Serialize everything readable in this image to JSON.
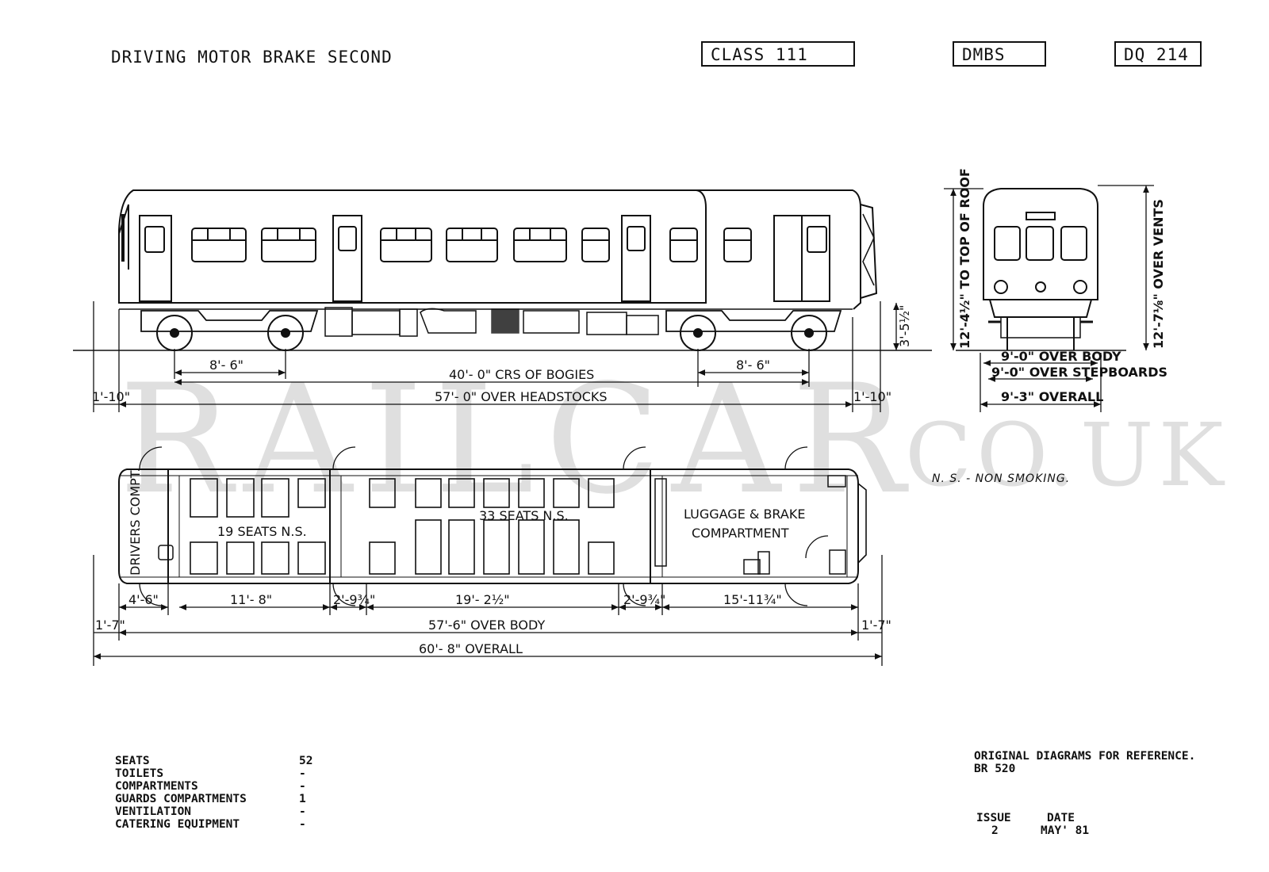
{
  "header": {
    "title": "DRIVING MOTOR BRAKE SECOND",
    "class_box": "CLASS 111",
    "type_box": "DMBS",
    "diagram_box": "DQ 214"
  },
  "side_view": {
    "bogie_wheelbase_left": "8'- 6\"",
    "bogie_wheelbase_right": "8'- 6\"",
    "bogie_centres": "40'- 0\" CRS OF BOGIES",
    "over_headstocks": "57'- 0\" OVER HEADSTOCKS",
    "overhang_left": "1'-10\"",
    "overhang_right": "1'-10\"",
    "floor_height": "3'-5½\""
  },
  "end_view": {
    "top_of_roof": "12'-4½\" TO TOP OF ROOF",
    "over_vents": "12'-7⅛\" OVER VENTS",
    "over_body": "9'-0\" OVER BODY",
    "over_stepboards": "9'-0\" OVER STEPBOARDS",
    "overall_width": "9'-3\" OVERALL"
  },
  "plan_view": {
    "drivers_compt": "DRIVERS COMPT.",
    "saloon_1": "19 SEATS  N.S.",
    "saloon_2": "33 SEATS  N.S.",
    "luggage_line1": "LUGGAGE & BRAKE",
    "luggage_line2": "COMPARTMENT",
    "legend": "N. S. - NON  SMOKING.",
    "dim_cab": "4'-6\"",
    "dim_saloon1": "11'- 8\"",
    "dim_vest1": "2'-9¾\"",
    "dim_saloon2": "19'- 2½\"",
    "dim_vest2": "2'-9¾\"",
    "dim_luggage": "15'-11¾\"",
    "overhang_left": "1'-7\"",
    "overhang_right": "1'-7\"",
    "over_body": "57'-6\" OVER BODY",
    "overall": "60'- 8\" OVERALL"
  },
  "watermark": {
    "main": "RAILCAR",
    "suffix": ".CO.UK"
  },
  "facilities": [
    {
      "label": "SEATS",
      "value": "52"
    },
    {
      "label": "TOILETS",
      "value": "-"
    },
    {
      "label": "COMPARTMENTS",
      "value": "-"
    },
    {
      "label": "GUARDS COMPARTMENTS",
      "value": "1"
    },
    {
      "label": "VENTILATION",
      "value": "-"
    },
    {
      "label": "CATERING EQUIPMENT",
      "value": "-"
    }
  ],
  "reference": {
    "line1": "ORIGINAL DIAGRAMS FOR REFERENCE.",
    "line2": "BR 520",
    "issue_label": "ISSUE",
    "issue_value": "2",
    "date_label": "DATE",
    "date_value": "MAY' 81"
  }
}
